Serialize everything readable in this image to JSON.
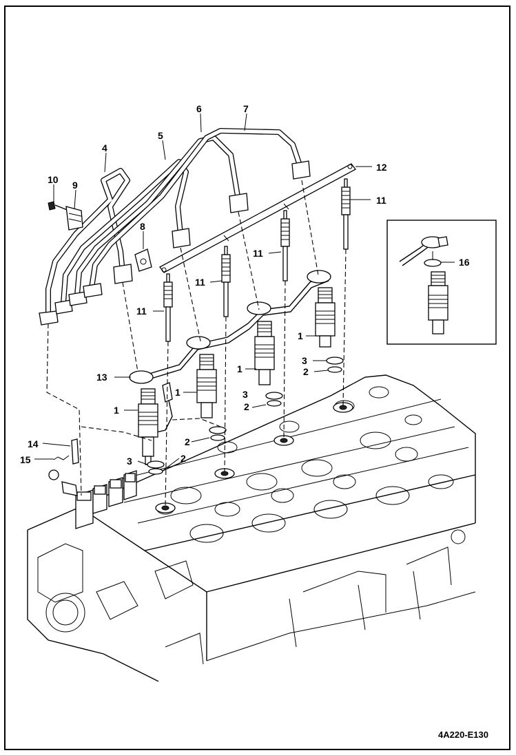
{
  "diagram": {
    "code": "4A220-E130",
    "callouts": [
      {
        "id": "c1a",
        "text": "1"
      },
      {
        "id": "c1b",
        "text": "1"
      },
      {
        "id": "c1c",
        "text": "1"
      },
      {
        "id": "c1d",
        "text": "1"
      },
      {
        "id": "c2a",
        "text": "2"
      },
      {
        "id": "c2b",
        "text": "2"
      },
      {
        "id": "c2c",
        "text": "2"
      },
      {
        "id": "c2d",
        "text": "2"
      },
      {
        "id": "c3a",
        "text": "3"
      },
      {
        "id": "c3b",
        "text": "3"
      },
      {
        "id": "c3c",
        "text": "3"
      },
      {
        "id": "c4",
        "text": "4"
      },
      {
        "id": "c5",
        "text": "5"
      },
      {
        "id": "c6",
        "text": "6"
      },
      {
        "id": "c7",
        "text": "7"
      },
      {
        "id": "c8",
        "text": "8"
      },
      {
        "id": "c9",
        "text": "9"
      },
      {
        "id": "c10",
        "text": "10"
      },
      {
        "id": "c11a",
        "text": "11"
      },
      {
        "id": "c11b",
        "text": "11"
      },
      {
        "id": "c11c",
        "text": "11"
      },
      {
        "id": "c11d",
        "text": "11"
      },
      {
        "id": "c12",
        "text": "12"
      },
      {
        "id": "c13",
        "text": "13"
      },
      {
        "id": "c14",
        "text": "14"
      },
      {
        "id": "c15",
        "text": "15"
      },
      {
        "id": "c16",
        "text": "16"
      }
    ]
  }
}
